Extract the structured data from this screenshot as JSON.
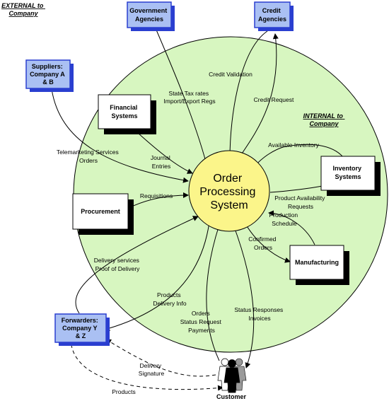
{
  "zones": {
    "external": [
      "EXTERNAL to",
      "Company"
    ],
    "internal": [
      "INTERNAL to",
      "Company"
    ]
  },
  "center": [
    "Order",
    "Processing",
    "System"
  ],
  "external_entities": {
    "government": [
      "Government",
      "Agencies"
    ],
    "credit": [
      "Credit",
      "Agencies"
    ],
    "suppliers": [
      "Suppliers:",
      "Company A",
      "& B"
    ],
    "forwarders": [
      "Forwarders:",
      "Company Y",
      "& Z"
    ],
    "customer": [
      "Customer"
    ]
  },
  "internal_systems": {
    "financial": [
      "Financial",
      "Systems"
    ],
    "inventory": [
      "Inventory",
      "Systems"
    ],
    "procurement": [
      "Procurement"
    ],
    "manufacturing": [
      "Manufacturing"
    ]
  },
  "flows": {
    "credit_validation": [
      "Credit Validation"
    ],
    "state_tax": [
      "State Tax rates",
      "Import/Export Regs"
    ],
    "credit_request": [
      "Credit Request"
    ],
    "telemarketing": [
      "Telemarketing Services",
      "Orders"
    ],
    "journal": [
      "Journal",
      "Entries"
    ],
    "available_inventory": [
      "Available Inventory"
    ],
    "requisitions": [
      "Requisitions"
    ],
    "product_availability": [
      "Product Availability",
      "Requests"
    ],
    "production_schedule": [
      "Production",
      "Schedule"
    ],
    "confirmed_orders": [
      "Confirmed",
      "Orders"
    ],
    "delivery_services": [
      "Delivery services",
      "Proof of Delivery"
    ],
    "products_delivery": [
      "Products",
      "Delivery Info"
    ],
    "orders_status": [
      "Orders",
      "Status Request",
      "Payments"
    ],
    "status_responses": [
      "Status Responses",
      "Invoices"
    ],
    "delivery_signature": [
      "Delivery",
      "Signature"
    ],
    "products": [
      "Products"
    ]
  },
  "colors": {
    "ring_fill": "#d7f6c0",
    "center_fill": "#fbf58a",
    "external_box": "#aac0f3",
    "external_border": "#2a3fd0",
    "shadow": "#000000"
  }
}
